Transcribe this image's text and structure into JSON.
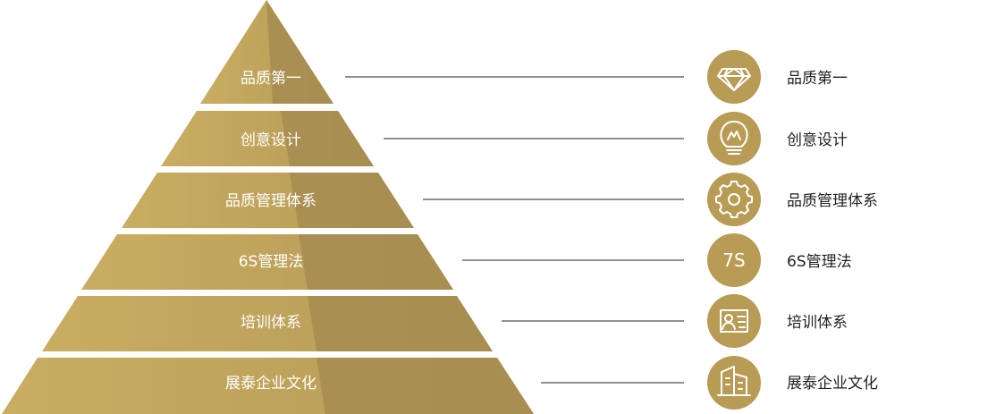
{
  "colors": {
    "gold_light": "#c9ad62",
    "gold_dark": "#a68c50",
    "background": "#ffffff",
    "label_text": "#ffffff",
    "item_text": "#222222",
    "leader_line": "#222222"
  },
  "pyramid": {
    "tiers": [
      {
        "label": "品质第一"
      },
      {
        "label": "创意设计"
      },
      {
        "label": "品质管理体系"
      },
      {
        "label": "6S管理法"
      },
      {
        "label": "培训体系"
      },
      {
        "label": "展泰企业文化"
      }
    ]
  },
  "legend": {
    "items": [
      {
        "icon": "diamond-icon",
        "label": "品质第一"
      },
      {
        "icon": "lightbulb-icon",
        "label": "创意设计"
      },
      {
        "icon": "gear-icon",
        "label": "品质管理体系"
      },
      {
        "icon": "7s-icon",
        "icon_text": "7S",
        "label": "6S管理法"
      },
      {
        "icon": "id-card-icon",
        "label": "培训体系"
      },
      {
        "icon": "building-icon",
        "label": "展泰企业文化"
      }
    ]
  }
}
